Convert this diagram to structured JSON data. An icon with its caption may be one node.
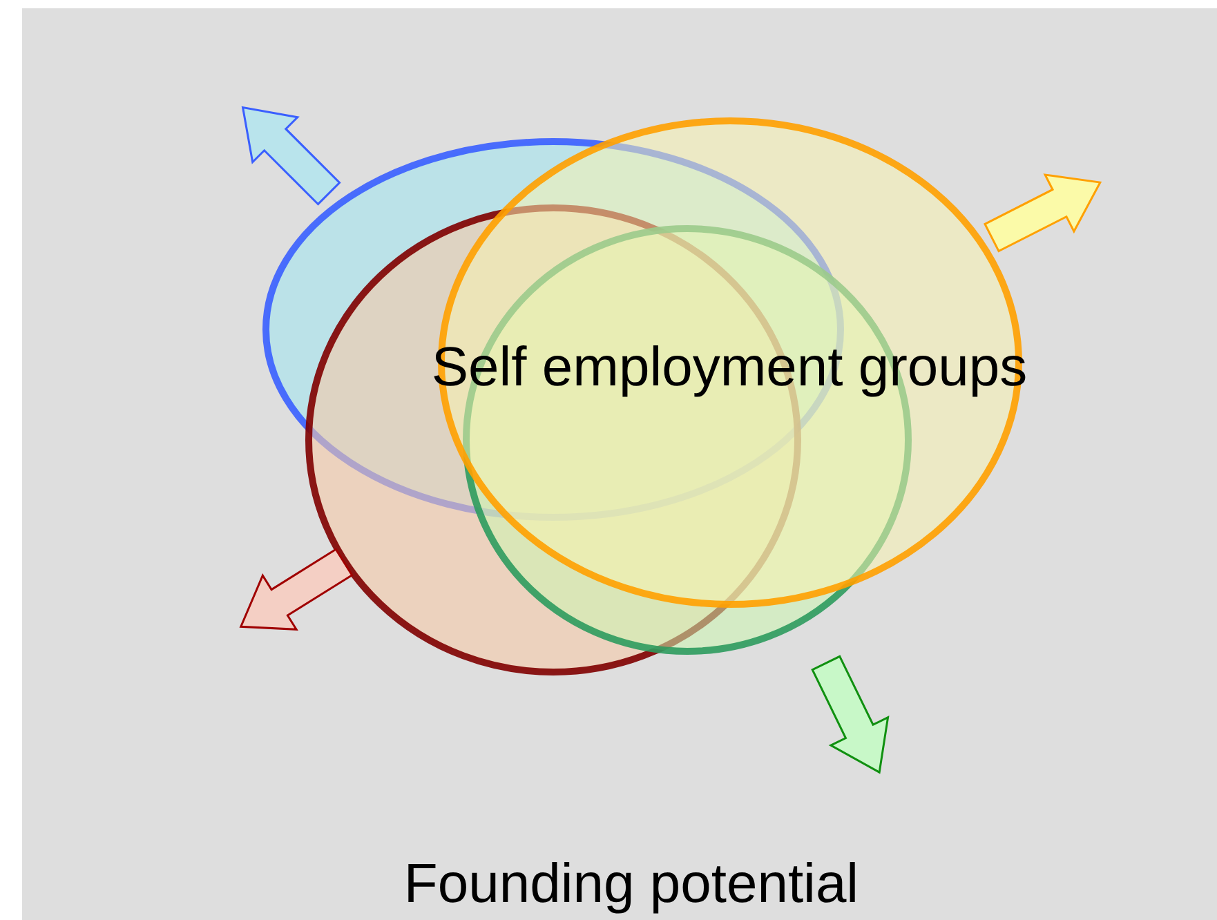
{
  "diagram": {
    "nodes": [
      {
        "text": [],
        "shape": "ellipse"
      },
      {
        "text": [],
        "shape": "ellipse"
      },
      {
        "text": [],
        "shape": "ellipse"
      },
      {
        "text": [],
        "shape": "ellipse"
      }
    ],
    "labels": [
      "Self employment groups",
      "Founding potential"
    ]
  }
}
